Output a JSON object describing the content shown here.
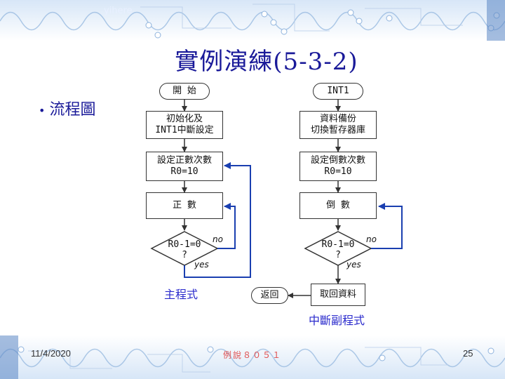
{
  "slide": {
    "watermark": "yihere",
    "title": "實例演練(5-3-2)",
    "bullet": "流程圖",
    "footer": {
      "date": "11/4/2020",
      "center": "例說８０５１",
      "page": "25"
    }
  },
  "main_flow": {
    "caption": "主程式",
    "start": "開 始",
    "init": "初始化及\nINT1中斷設定",
    "set_count": "設定正數次數\nR0=10",
    "count": "正 數",
    "decision": "R0-1=0\n?",
    "no_label": "no",
    "yes_label": "yes"
  },
  "isr_flow": {
    "caption": "中斷副程式",
    "start": "INT1",
    "save": "資料備份\n切換暫存器庫",
    "set_count": "設定倒數次數\nR0=10",
    "count": "倒 數",
    "decision": "R0-1=0\n?",
    "no_label": "no",
    "yes_label": "yes",
    "restore": "取回資料",
    "return": "返回"
  },
  "colors": {
    "title": "#1a1a99",
    "caption": "#2a2acc",
    "loop_arrow": "#1a3fb0",
    "flow_arrow": "#333333"
  }
}
